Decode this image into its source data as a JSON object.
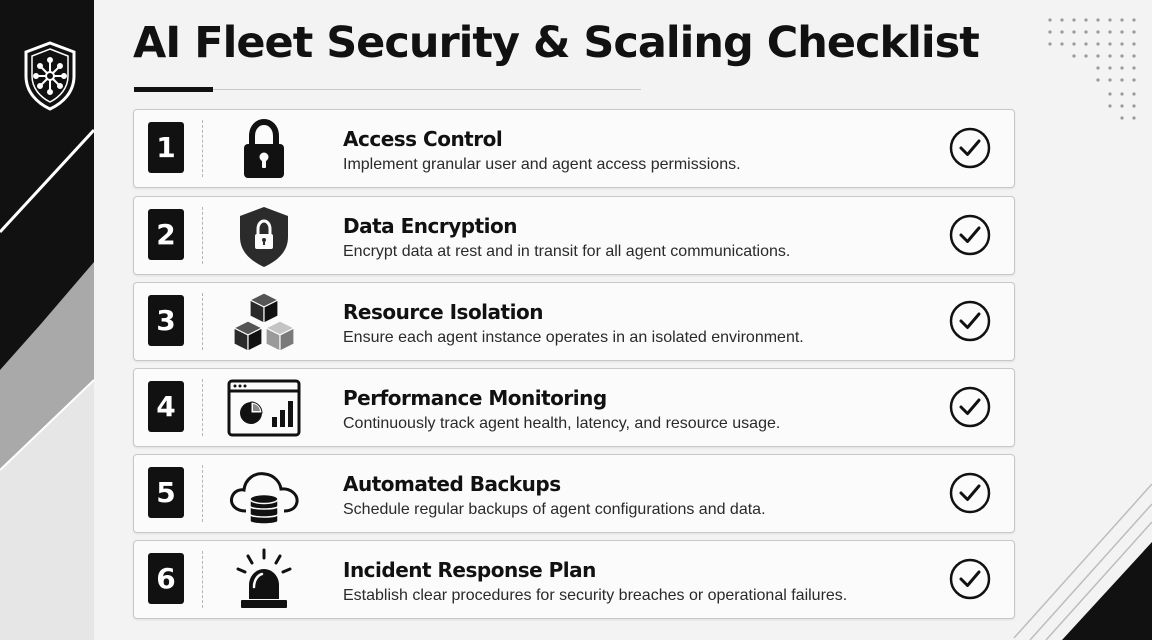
{
  "title": "AI Fleet Security & Scaling Checklist",
  "icons": {
    "logo": "shield-circuit-icon",
    "status": "checkmark-circle-icon"
  },
  "checklist": [
    {
      "number": "1",
      "title": "Access Control",
      "description": "Implement granular user and agent access permissions.",
      "icon": "padlock-icon",
      "checked": true
    },
    {
      "number": "2",
      "title": "Data Encryption",
      "description": "Encrypt data at rest and in transit for all agent communications.",
      "icon": "shield-lock-icon",
      "checked": true
    },
    {
      "number": "3",
      "title": "Resource Isolation",
      "description": "Ensure each agent instance operates in an isolated environment.",
      "icon": "cubes-icon",
      "checked": true
    },
    {
      "number": "4",
      "title": "Performance Monitoring",
      "description": "Continuously track agent health, latency, and resource usage.",
      "icon": "dashboard-chart-icon",
      "checked": true
    },
    {
      "number": "5",
      "title": "Automated Backups",
      "description": "Schedule regular backups of agent configurations and data.",
      "icon": "cloud-database-icon",
      "checked": true
    },
    {
      "number": "6",
      "title": "Incident Response Plan",
      "description": "Establish clear procedures for security breaches or operational failures.",
      "icon": "alarm-siren-icon",
      "checked": true
    }
  ],
  "colors": {
    "dark": "#111111",
    "background": "#f3f3f3",
    "card": "#fbfbfb",
    "border": "#c8c8c8"
  }
}
